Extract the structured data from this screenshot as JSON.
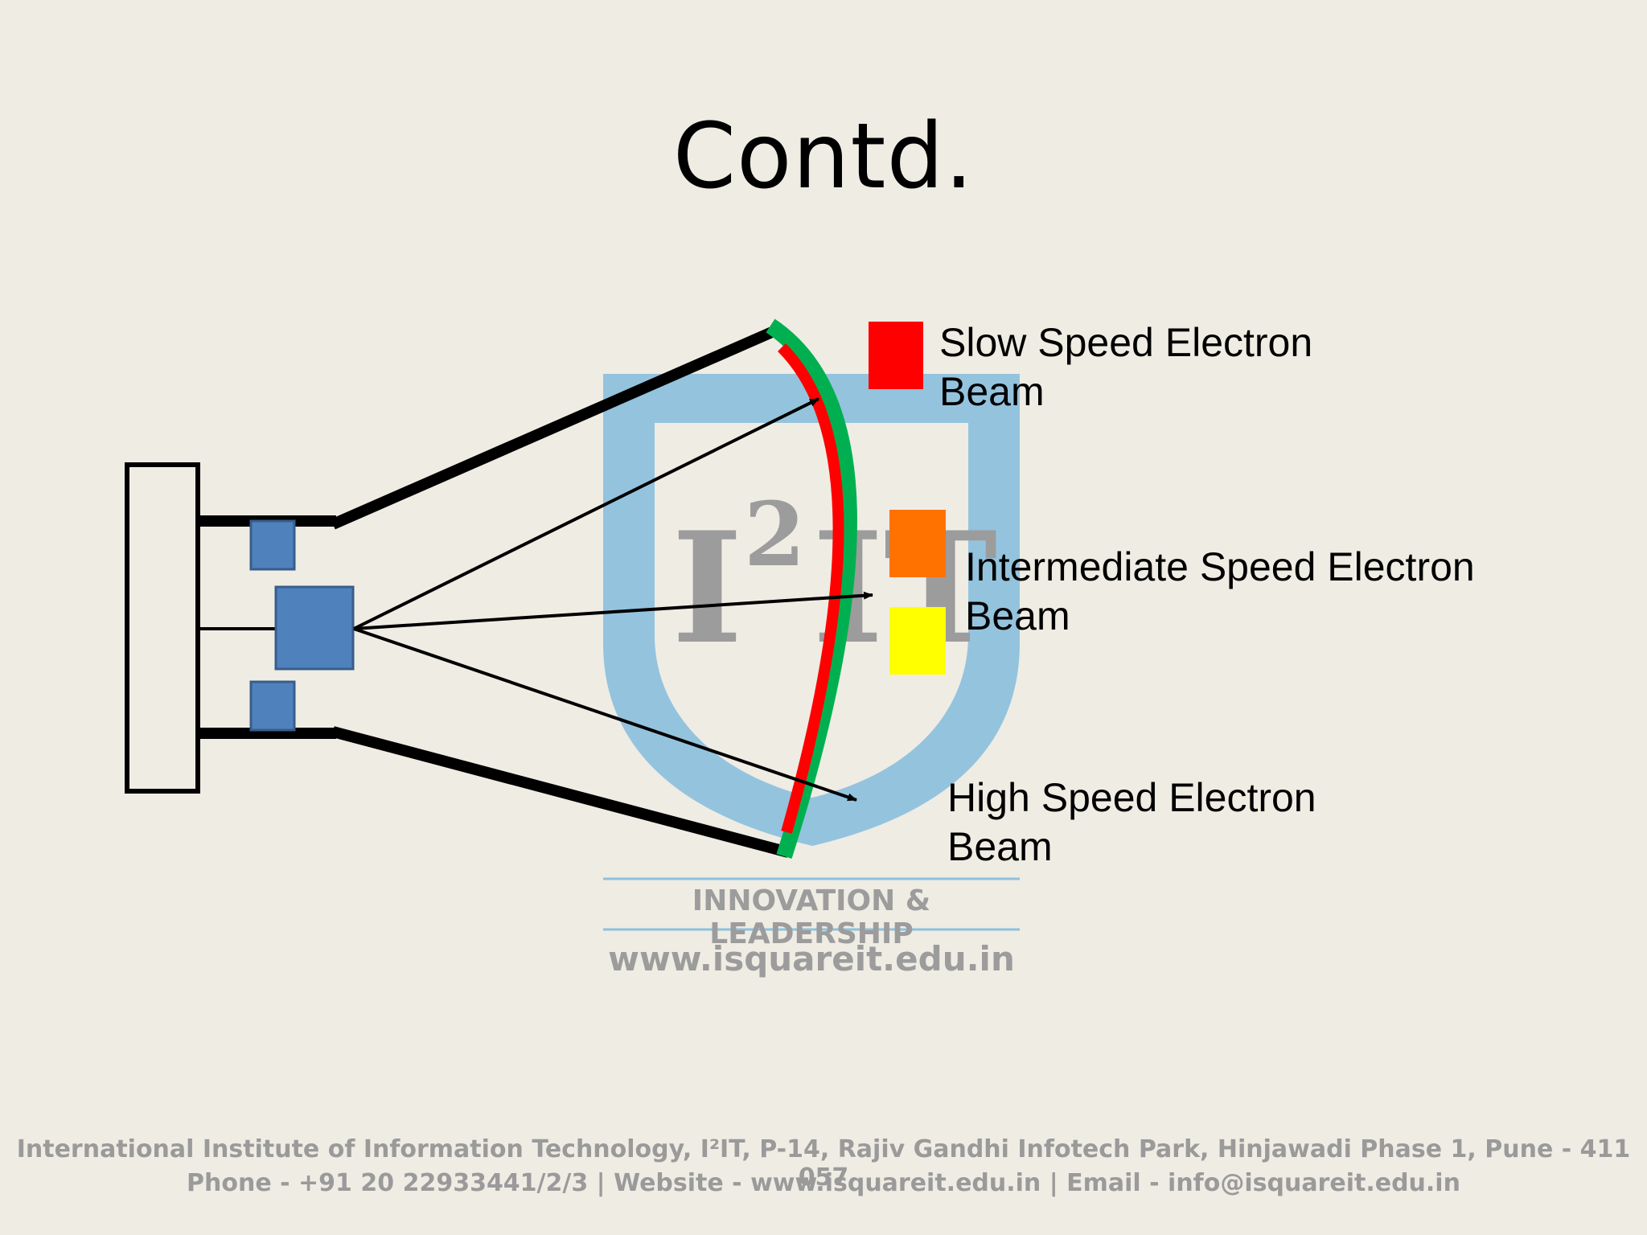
{
  "slide": {
    "title": "Contd.",
    "labels": {
      "slow": [
        "Slow Speed Electron",
        "Beam"
      ],
      "intermediate": [
        "Intermediate Speed Electron",
        "Beam"
      ],
      "high": [
        "High Speed Electron",
        "Beam"
      ]
    },
    "legend_colors": {
      "slow": "#ff0000",
      "intermediate": "#ff7200",
      "high": "#ffff00"
    },
    "screen_colors": {
      "outer": "#00b050",
      "inner": "#ff0000"
    },
    "watermark": {
      "logo_text": "I",
      "logo_superscript": "2",
      "logo_suffix": "IT",
      "tagline": "INNOVATION & LEADERSHIP",
      "website": "www.isquareit.edu.in"
    },
    "footer": {
      "line1": "International Institute of Information Technology, I²IT, P-14, Rajiv Gandhi Infotech Park, Hinjawadi Phase 1, Pune - 411 057",
      "line2": "Phone - +91 20 22933441/2/3 | Website - www.isquareit.edu.in | Email - info@isquareit.edu.in"
    }
  }
}
